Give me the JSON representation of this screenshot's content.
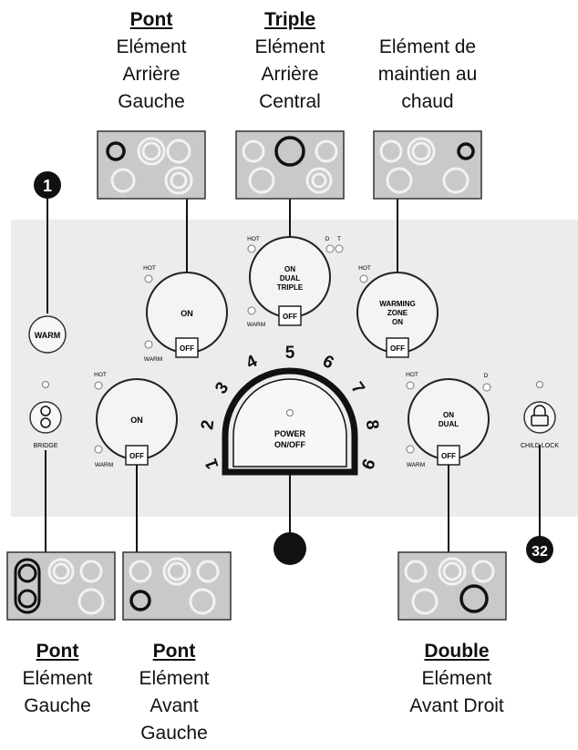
{
  "top_labels": [
    {
      "title": "Pont",
      "lines": [
        "Elément",
        "Arrière",
        "Gauche"
      ]
    },
    {
      "title": "Triple",
      "lines": [
        "Elément",
        "Arrière",
        "Central"
      ]
    },
    {
      "title": "",
      "lines": [
        "Elément de",
        "maintien au",
        "chaud"
      ]
    }
  ],
  "bottom_labels": [
    {
      "title": "Pont",
      "lines": [
        "Elément",
        "Gauche"
      ]
    },
    {
      "title": "Pont",
      "lines": [
        "Elément",
        "Avant",
        "Gauche"
      ]
    },
    {
      "title": "Double",
      "lines": [
        "Elément",
        "Avant Droit"
      ]
    }
  ],
  "markers": {
    "one": "1",
    "thirtytwo": "32"
  },
  "panel": {
    "hot": "HOT",
    "warm": "WARM",
    "off": "OFF",
    "on": "ON",
    "d": "D",
    "t": "T",
    "warm_button": "WARM",
    "bridge": "BRIDGE",
    "child_lock": "CHILD LOCK",
    "knob_rear_left": "ON",
    "knob_rear_center": [
      "ON",
      "DUAL",
      "TRIPLE"
    ],
    "knob_warming": [
      "WARMING",
      "ZONE",
      "ON"
    ],
    "knob_front_left": "ON",
    "knob_front_right": [
      "ON",
      "DUAL"
    ],
    "power": [
      "POWER",
      "ON/OFF"
    ],
    "dial_numbers": [
      "1",
      "2",
      "3",
      "4",
      "5",
      "6",
      "7",
      "8",
      "9"
    ]
  },
  "colors": {
    "panel": "#ececec",
    "cooktop": "#c9c9c9",
    "ink": "#111111"
  }
}
